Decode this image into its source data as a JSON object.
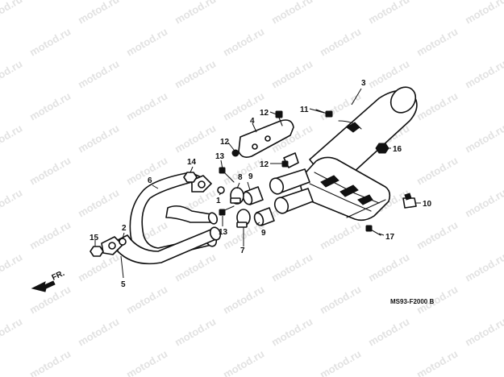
{
  "watermark": "motod.ru",
  "callouts": {
    "c1": "1",
    "c2": "2",
    "c3": "3",
    "c4": "4",
    "c5": "5",
    "c6": "6",
    "c7": "7",
    "c8": "8",
    "c9a": "9",
    "c9b": "9",
    "c10": "10",
    "c11": "11",
    "c12a": "12",
    "c12b": "12",
    "c12c": "12",
    "c13a": "13",
    "c13b": "13",
    "c14": "14",
    "c15": "15",
    "c16": "16",
    "c17": "17"
  },
  "direction_label": "FR.",
  "diagram_code": "MS93-F2000 B"
}
